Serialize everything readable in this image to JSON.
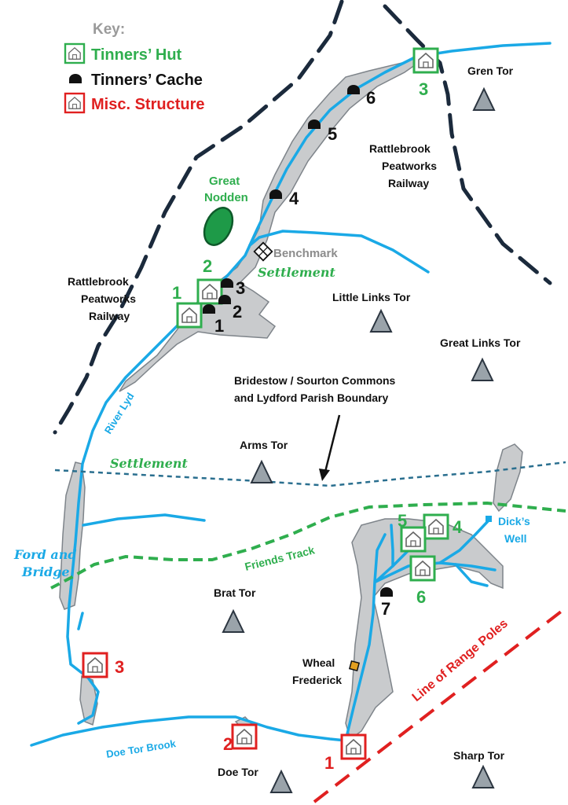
{
  "legend": {
    "title": "Key:",
    "hut": "Tinners’ Hut",
    "cache": "Tinners’ Cache",
    "misc": "Misc. Structure"
  },
  "tors": {
    "gren": "Gren Tor",
    "little_links": "Little Links Tor",
    "great_links": "Great Links Tor",
    "arms": "Arms Tor",
    "brat": "Brat Tor",
    "doe": "Doe Tor",
    "sharp": "Sharp Tor"
  },
  "labels": {
    "great_nodden_1": "Great",
    "great_nodden_2": "Nodden",
    "benchmark": "Benchmark",
    "settlement_north": "Settlement",
    "settlement_west": "Settlement",
    "railway_east_1": "Rattlebrook",
    "railway_east_2": "Peatworks",
    "railway_east_3": "Railway",
    "railway_west_1": "Rattlebrook",
    "railway_west_2": "Peatworks",
    "railway_west_3": "Railway",
    "boundary_1": "Bridestow / Sourton Commons",
    "boundary_2": "and Lydford Parish Boundary",
    "river_lyd": "River Lyd",
    "ford_1": "Ford and",
    "ford_2": "Bridge",
    "friends_track": "Friends Track",
    "dicks_1": "Dick’s",
    "dicks_2": "Well",
    "wheal_1": "Wheal",
    "wheal_2": "Frederick",
    "doe_tor_brook": "Doe Tor Brook",
    "range_poles": "Line of Range Poles"
  },
  "huts": {
    "h1_north": "1",
    "h2_north": "2",
    "h3_north": "3",
    "h4_south": "4",
    "h5_south": "5",
    "h6_south": "6"
  },
  "caches": {
    "c1": "1",
    "c2": "2",
    "c3": "3",
    "c4": "4",
    "c5": "5",
    "c6": "6",
    "c7": "7"
  },
  "misc": {
    "m1": "1",
    "m2": "2",
    "m3": "3"
  },
  "colors": {
    "river": "#1aa9e6",
    "hut_green": "#2fae4e",
    "misc_red": "#e02020",
    "railway": "#1b2a3c",
    "boundary": "#2a6f8f",
    "track_green": "#2fae4e",
    "spoil_grey": "#c9cbcd",
    "tor_grey": "#9aa3aa",
    "nodden_green": "#1e9a48",
    "wheal_gold": "#e3a021"
  }
}
